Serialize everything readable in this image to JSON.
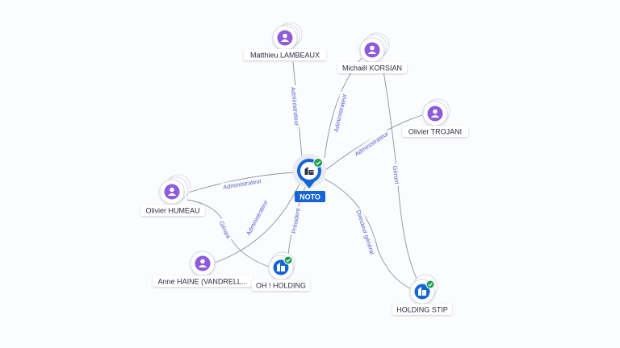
{
  "graph": {
    "center": {
      "name": "NOTO",
      "verified": true
    },
    "people": [
      {
        "id": "p1",
        "name": "Matthieu LAMBEAUX"
      },
      {
        "id": "p2",
        "name": "Michaël KORSIAN"
      },
      {
        "id": "p3",
        "name": "Olivier TROJANI"
      },
      {
        "id": "p4",
        "name": "Olivier HUMEAU"
      },
      {
        "id": "p5",
        "name": "Anne HAINE (VANDRELL..."
      }
    ],
    "companies": [
      {
        "id": "c1",
        "name": "OH ! HOLDING",
        "verified": true
      },
      {
        "id": "c2",
        "name": "HOLDING STIP",
        "verified": true
      }
    ],
    "edges": [
      {
        "id": "e1",
        "label": "Administrateur"
      },
      {
        "id": "e2",
        "label": "Administrateur"
      },
      {
        "id": "e3",
        "label": "Administrateur"
      },
      {
        "id": "e4",
        "label": "Administrateur"
      },
      {
        "id": "e5",
        "label": "Administrateur"
      },
      {
        "id": "e6",
        "label": "Gérant"
      },
      {
        "id": "e7",
        "label": "Président"
      },
      {
        "id": "e8",
        "label": "Gérant"
      },
      {
        "id": "e9",
        "label": "Directeur général"
      }
    ],
    "colors": {
      "edge": "#8c8fa3",
      "edge_label": "#5b5fc7",
      "person_accent": "#8e5bd9",
      "company_accent": "#1565d8",
      "verified": "#1e9e55",
      "node_text": "#2b2d42"
    }
  }
}
